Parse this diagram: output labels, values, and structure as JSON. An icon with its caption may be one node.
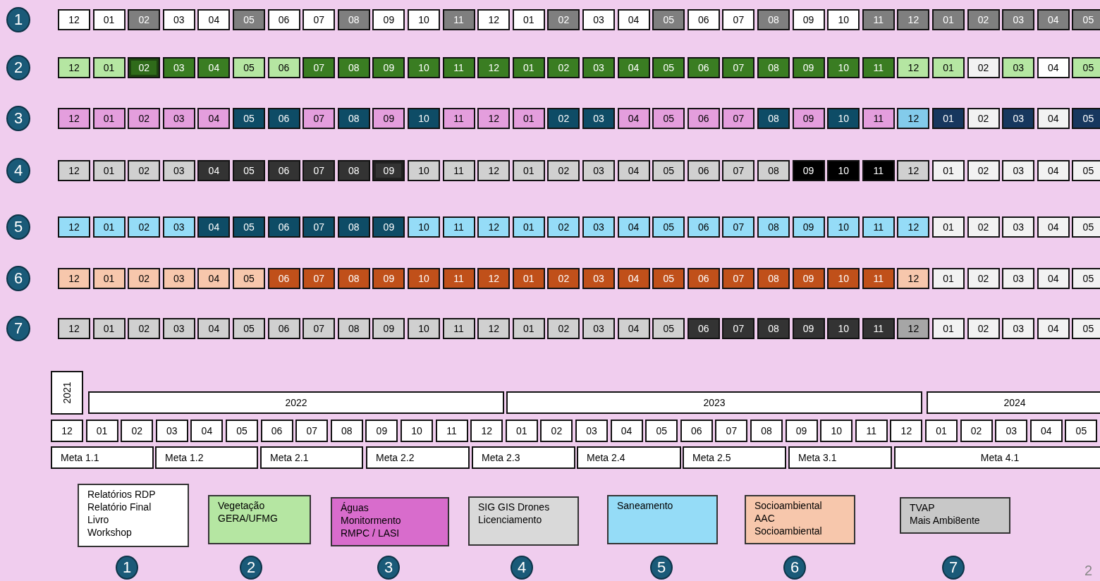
{
  "diagram": {
    "nodes": [
      {
        "text": [
          "1"
        ]
      },
      {
        "text": [
          "2"
        ]
      },
      {
        "text": [
          "3"
        ]
      },
      {
        "text": [
          "4"
        ]
      },
      {
        "text": [
          "5"
        ]
      },
      {
        "text": [
          "6"
        ]
      },
      {
        "text": [
          "7"
        ]
      },
      {
        "text": [
          "Relatórios RDP",
          "Relatório Final",
          "Livro",
          "Workshop"
        ]
      },
      {
        "text": [
          "Vegetação",
          "GERA/UFMG"
        ]
      },
      {
        "text": [
          "Águas",
          "Monitormento",
          "RMPC / LASI"
        ]
      },
      {
        "text": [
          "SIG GIS Drones",
          "Licenciamento"
        ]
      },
      {
        "text": [
          "Saneamento"
        ]
      },
      {
        "text": [
          "Socioambiental",
          "AAC",
          "Socioambiental"
        ]
      },
      {
        "text": [
          "TVAP",
          "Mais Ambi8ente"
        ]
      },
      {
        "text": [
          "1"
        ]
      },
      {
        "text": [
          "2"
        ]
      },
      {
        "text": [
          "3"
        ]
      },
      {
        "text": [
          "4"
        ]
      },
      {
        "text": [
          "5"
        ]
      },
      {
        "text": [
          "6"
        ]
      },
      {
        "text": [
          "7"
        ]
      }
    ],
    "edges": [],
    "labels": [
      "12",
      "01",
      "02",
      "03",
      "04",
      "05",
      "06",
      "07",
      "08",
      "09",
      "10",
      "11",
      "12",
      "01",
      "02",
      "03",
      "04",
      "05",
      "06",
      "07",
      "08",
      "09",
      "10",
      "11",
      "12",
      "01",
      "02",
      "03",
      "04",
      "05",
      "12",
      "01",
      "02",
      "03",
      "04",
      "05",
      "06",
      "07",
      "08",
      "09",
      "10",
      "11",
      "12",
      "01",
      "02",
      "03",
      "04",
      "05",
      "06",
      "07",
      "08",
      "09",
      "10",
      "11",
      "12",
      "01",
      "02",
      "03",
      "04",
      "05",
      "12",
      "01",
      "02",
      "03",
      "04",
      "05",
      "06",
      "07",
      "08",
      "09",
      "10",
      "11",
      "12",
      "01",
      "02",
      "03",
      "04",
      "05",
      "06",
      "07",
      "08",
      "09",
      "10",
      "11",
      "12",
      "01",
      "02",
      "03",
      "04",
      "05",
      "12",
      "01",
      "02",
      "03",
      "04",
      "05",
      "06",
      "07",
      "08",
      "09",
      "10",
      "11",
      "12",
      "01",
      "02",
      "03",
      "04",
      "05",
      "06",
      "07",
      "08",
      "09",
      "10",
      "11",
      "12",
      "01",
      "02",
      "03",
      "04",
      "05",
      "12",
      "01",
      "02",
      "03",
      "04",
      "05",
      "06",
      "07",
      "08",
      "09",
      "10",
      "11",
      "12",
      "01",
      "02",
      "03",
      "04",
      "05",
      "06",
      "07",
      "08",
      "09",
      "10",
      "11",
      "12",
      "01",
      "02",
      "03",
      "04",
      "05",
      "12",
      "01",
      "02",
      "03",
      "04",
      "05",
      "06",
      "07",
      "08",
      "09",
      "10",
      "11",
      "12",
      "01",
      "02",
      "03",
      "04",
      "05",
      "06",
      "07",
      "08",
      "09",
      "10",
      "11",
      "12",
      "01",
      "02",
      "03",
      "04",
      "05",
      "12",
      "01",
      "02",
      "03",
      "04",
      "05",
      "06",
      "07",
      "08",
      "09",
      "10",
      "11",
      "12",
      "01",
      "02",
      "03",
      "04",
      "05",
      "06",
      "07",
      "08",
      "09",
      "10",
      "11",
      "12",
      "01",
      "02",
      "03",
      "04",
      "05",
      "2021",
      "2022",
      "2023",
      "2024",
      "12",
      "01",
      "02",
      "03",
      "04",
      "05",
      "06",
      "07",
      "08",
      "09",
      "10",
      "11",
      "12",
      "01",
      "02",
      "03",
      "04",
      "05",
      "06",
      "07",
      "08",
      "09",
      "10",
      "11",
      "12",
      "01",
      "02",
      "03",
      "04",
      "05",
      "Meta 1.1",
      "Meta 1.2",
      "Meta 2.1",
      "Meta 2.2",
      "Meta 2.3",
      "Meta 2.4",
      "Meta 2.5",
      "Meta 3.1",
      "Meta 4.1",
      "2"
    ]
  }
}
